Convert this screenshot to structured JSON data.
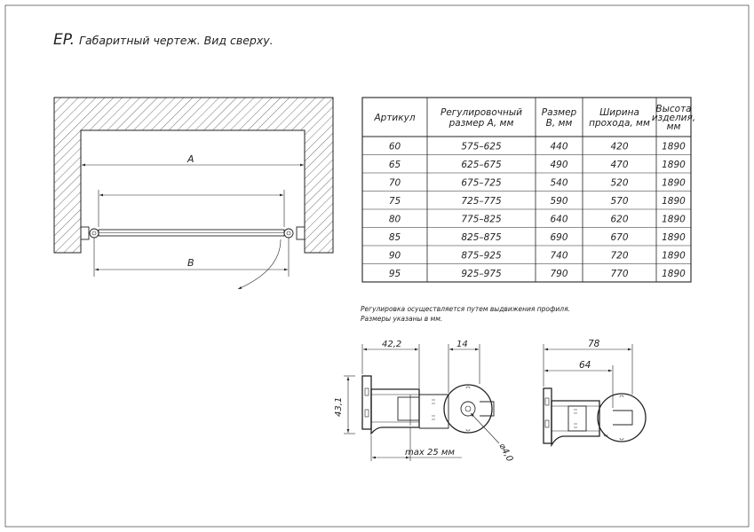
{
  "title": {
    "code": "EP.",
    "text": "Габаритный чертеж. Вид сверху."
  },
  "plan": {
    "dim_a": "A",
    "dim_b": "B"
  },
  "table": {
    "headers": [
      [
        "Артикул"
      ],
      [
        "Регулировочный",
        "размер А, мм"
      ],
      [
        "Размер",
        "В, мм"
      ],
      [
        "Ширина",
        "прохода, мм"
      ],
      [
        "Высота",
        "изделия,",
        "мм"
      ]
    ],
    "rows": [
      [
        "60",
        "575–625",
        "440",
        "420",
        "1890"
      ],
      [
        "65",
        "625–675",
        "490",
        "470",
        "1890"
      ],
      [
        "70",
        "675–725",
        "540",
        "520",
        "1890"
      ],
      [
        "75",
        "725–775",
        "590",
        "570",
        "1890"
      ],
      [
        "80",
        "775–825",
        "640",
        "620",
        "1890"
      ],
      [
        "85",
        "825–875",
        "690",
        "670",
        "1890"
      ],
      [
        "90",
        "875–925",
        "740",
        "720",
        "1890"
      ],
      [
        "95",
        "925–975",
        "790",
        "770",
        "1890"
      ]
    ]
  },
  "notes": [
    "Регулировка осуществляется путем выдвижения профиля.",
    "Размеры указаны в мм."
  ],
  "profile_left": {
    "dim_width": "42,2",
    "dim_offset": "14",
    "dim_height": "43,1",
    "dim_max": "max 25 мм",
    "dim_diameter": "⌀4,0"
  },
  "profile_right": {
    "dim_total": "78",
    "dim_inner": "64"
  }
}
